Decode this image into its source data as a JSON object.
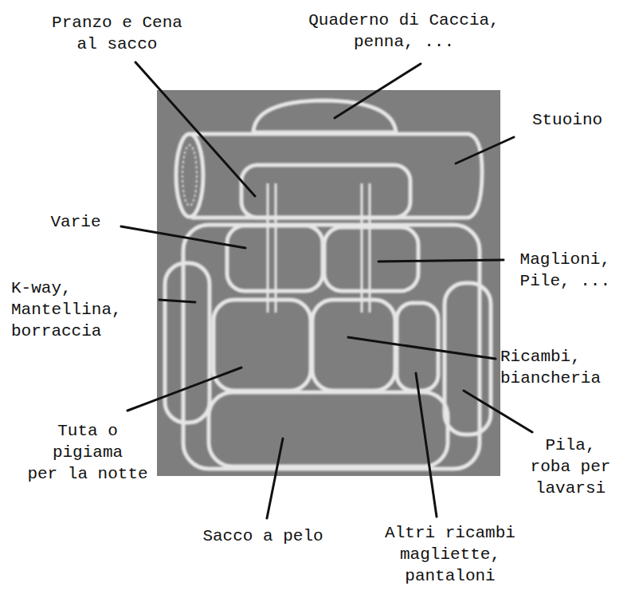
{
  "diagram": {
    "labels": [
      "Pranzo e Cena al sacco",
      "Quaderno di Caccia, penna, ...",
      "Stuoino",
      "Varie",
      "Maglioni, Pile, ...",
      "K-way, Mantellina, borraccia",
      "Ricambi, biancheria",
      "Tuta o pigiama per la notte",
      "Pila, roba per lavarsi",
      "Sacco a pelo",
      "Altri ricambi magliette, pantaloni"
    ]
  }
}
